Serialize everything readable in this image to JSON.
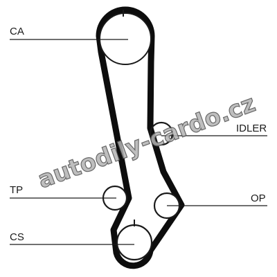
{
  "labels": {
    "camshaft": "CA",
    "idler": "IDLER",
    "tensioner": "TP",
    "oil_pump": "OP",
    "crankshaft": "CS"
  },
  "watermark": {
    "text": "autodily-cardo.cz"
  },
  "colors": {
    "ink": "#1a1a1a",
    "belt": "#0d0d0d",
    "watermark_fill": "#b3b3b3",
    "watermark_stroke": "#4d4d4d",
    "background": "#ffffff"
  }
}
